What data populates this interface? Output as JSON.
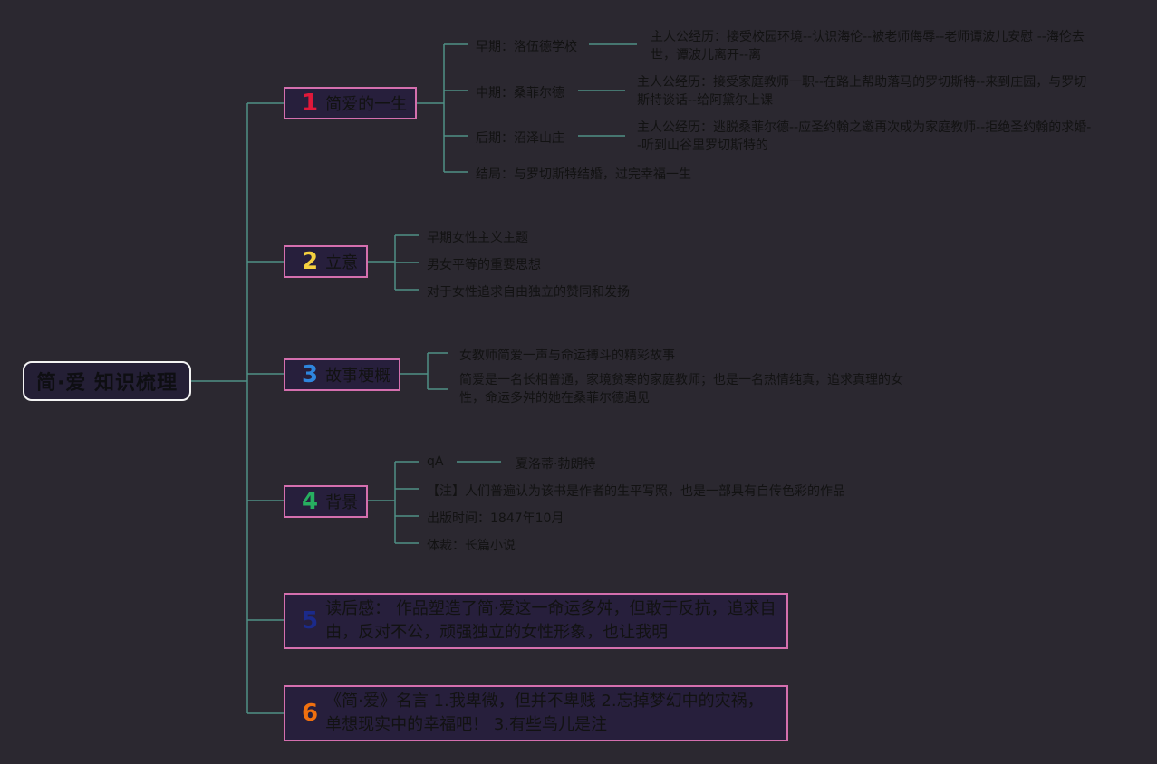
{
  "root": {
    "title": "简·爱 知识梳理"
  },
  "topics": [
    {
      "num": "1",
      "color": "#e0183a",
      "label": "简爱的一生"
    },
    {
      "num": "2",
      "color": "#f4d03f",
      "label": "立意"
    },
    {
      "num": "3",
      "color": "#2e86de",
      "label": "故事梗概"
    },
    {
      "num": "4",
      "color": "#27ae60",
      "label": "背景"
    },
    {
      "num": "5",
      "color": "#1b2a8a",
      "label": "读后感： 作品塑造了简·爱这一命运多舛，但敢于反抗，追求自由，反对不公，顽强独立的女性形象，也让我明"
    },
    {
      "num": "6",
      "color": "#f0700f",
      "label": "《简·爱》名言 1.我卑微，但并不卑贱 2.忘掉梦幻中的灾祸，单想现实中的幸福吧！ 3.有些鸟儿是注"
    }
  ],
  "life": {
    "stages": [
      {
        "label": "早期：洛伍德学校",
        "detail": "主人公经历：接受校园环境--认识海伦--被老师侮辱--老师谭波儿安慰 --海伦去世，谭波儿离开--离"
      },
      {
        "label": "中期：桑菲尔德",
        "detail": "主人公经历：接受家庭教师一职--在路上帮助落马的罗切斯特--来到庄园，与罗切斯特谈话--给阿黛尔上课"
      },
      {
        "label": "后期：沼泽山庄",
        "detail": "主人公经历：逃脱桑菲尔德--应圣约翰之邀再次成为家庭教师--拒绝圣约翰的求婚--听到山谷里罗切斯特的"
      },
      {
        "label": "结局：与罗切斯特结婚，过完幸福一生",
        "detail": ""
      }
    ]
  },
  "theme": {
    "items": [
      "早期女性主义主题",
      "男女平等的重要思想",
      "对于女性追求自由独立的赞同和发扬"
    ]
  },
  "summary": {
    "items": [
      "女教师简爱一声与命运搏斗的精彩故事",
      "简爱是一名长相普通，家境贫寒的家庭教师；也是一名热情纯真，追求真理的女性，命运多舛的她在桑菲尔德遇见"
    ]
  },
  "background": {
    "author_key": "qA",
    "author_value": "夏洛蒂·勃朗特",
    "items": [
      "【注】人们普遍认为该书是作者的生平写照，也是一部具有自传色彩的作品",
      "出版时间：1847年10月",
      "体裁：长篇小说"
    ]
  },
  "colors": {
    "line": "#4f8f86",
    "topic_border": "#d46fae",
    "root_border": "#f3f3f3",
    "background": "#2b2830"
  }
}
